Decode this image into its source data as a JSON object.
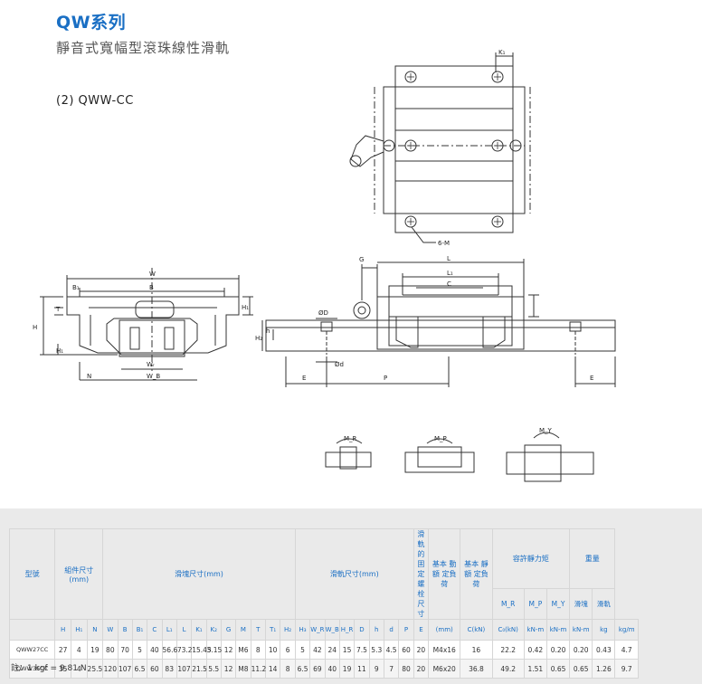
{
  "header": {
    "series_title": "QW系列",
    "subtitle": "靜音式寬幅型滾珠線性滑軌",
    "model_label": "(2) QWW-CC"
  },
  "drawing_labels": {
    "k1": "K₁",
    "six_m": "6-M",
    "w": "W",
    "b1": "B₁",
    "b": "B",
    "t": "T",
    "h1_small": "H₁",
    "h": "H",
    "h_1": "H₁",
    "w_r": "Wᵣ",
    "w_b": "W_B",
    "n": "N",
    "g": "G",
    "l": "L",
    "l1": "L₁",
    "c": "C",
    "phi_d_big": "ØD",
    "phi_d_small": "Ød",
    "h_small": "h",
    "h2": "H₂",
    "e_left": "E",
    "p": "P",
    "e_right": "E",
    "mr": "M_R",
    "mp": "M_P",
    "my": "M_Y"
  },
  "table": {
    "header_model": "型號",
    "header_assembly": "組件尺寸 (mm)",
    "header_block": "滑塊尺寸(mm)",
    "header_rail": "滑軌尺寸(mm)",
    "header_bolt": "滑軌的 固定螺 栓尺寸",
    "header_dynamic": "基本 動額 定負荷",
    "header_static": "基本 靜額 定負荷",
    "header_moment": "容許靜力矩",
    "header_weight": "重量",
    "sub_mr": "M_R",
    "sub_mp": "M_P",
    "sub_my": "M_Y",
    "sub_block_weight": "滑塊",
    "sub_rail_weight": "滑軌",
    "columns": [
      "H",
      "H₁",
      "N",
      "W",
      "B",
      "B₁",
      "C",
      "L₁",
      "L",
      "K₁",
      "K₂",
      "G",
      "M",
      "T",
      "T₁",
      "H₂",
      "H₃",
      "W_R",
      "W_B",
      "H_R",
      "D",
      "h",
      "d",
      "P",
      "E",
      "(mm)",
      "C(kN)",
      "C₀(kN)",
      "kN-m",
      "kN-m",
      "kN-m",
      "kg",
      "kg/m"
    ],
    "rows": [
      {
        "model": "QWW27CC",
        "values": [
          "27",
          "4",
          "19",
          "80",
          "70",
          "5",
          "40",
          "56.6",
          "73.2",
          "15.45",
          "3.15",
          "12",
          "M6",
          "8",
          "10",
          "6",
          "5",
          "42",
          "24",
          "15",
          "7.5",
          "5.3",
          "4.5",
          "60",
          "20",
          "M4x16",
          "16",
          "22.2",
          "0.42",
          "0.20",
          "0.20",
          "0.43",
          "4.7"
        ]
      },
      {
        "model": "QWW35CC",
        "values": [
          "35",
          "4",
          "25.5",
          "120",
          "107",
          "6.5",
          "60",
          "83",
          "107",
          "21.5",
          "5.5",
          "12",
          "M8",
          "11.2",
          "14",
          "8",
          "6.5",
          "69",
          "40",
          "19",
          "11",
          "9",
          "7",
          "80",
          "20",
          "M6x20",
          "36.8",
          "49.2",
          "1.51",
          "0.65",
          "0.65",
          "1.26",
          "9.7"
        ]
      }
    ]
  },
  "note": "註：1 kgf = 9.81 N",
  "colors": {
    "title_blue": "#1a6fc4",
    "table_bg": "#eaeaea",
    "line": "#333333"
  }
}
